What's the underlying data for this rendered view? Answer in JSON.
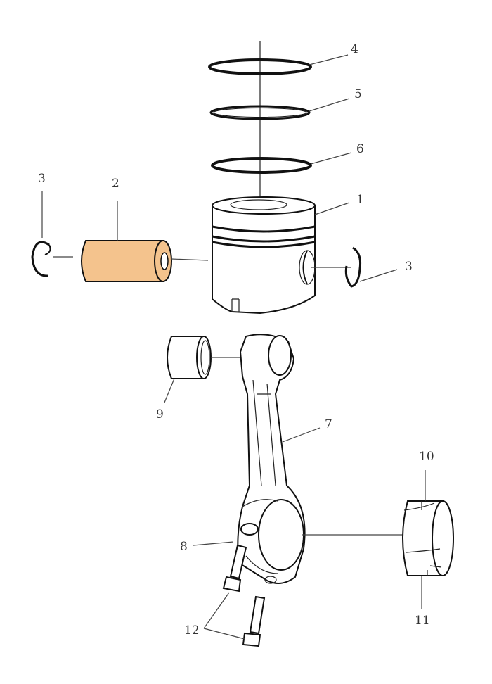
{
  "title": "Piston and connecting rod exploded view",
  "colors": {
    "piston_pin": "#f4c38d",
    "outline": "#111111"
  },
  "labels": {
    "l1": "1",
    "l2": "2",
    "l3a": "3",
    "l3b": "3",
    "l4": "4",
    "l5": "5",
    "l6": "6",
    "l7": "7",
    "l8": "8",
    "l9": "9",
    "l10": "10",
    "l11": "11",
    "l12": "12"
  }
}
